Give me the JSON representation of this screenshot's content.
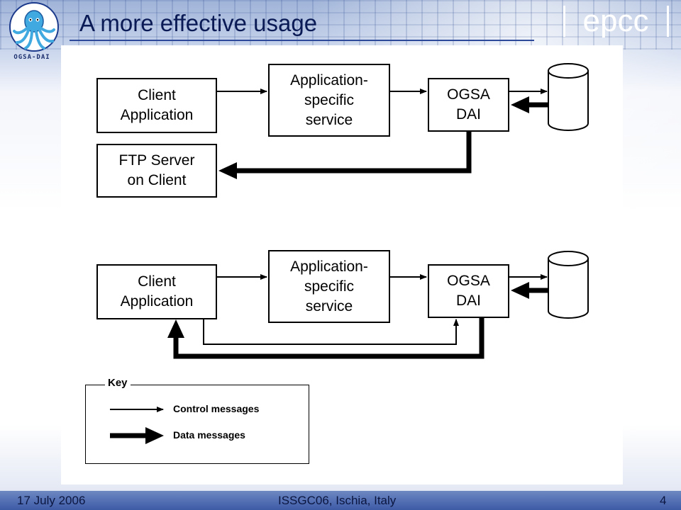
{
  "slide": {
    "title": "A more effective usage",
    "logo_left_text": "OGSA-DAI",
    "brand_text": "epcc"
  },
  "diagram_top": {
    "client_app": "Client\nApplication",
    "app_service": "Application-\nspecific\nservice",
    "ogsa_dai": "OGSA\nDAI",
    "ftp_server": "FTP Server\non Client"
  },
  "diagram_bottom": {
    "client_app": "Client\nApplication",
    "app_service": "Application-\nspecific\nservice",
    "ogsa_dai": "OGSA\nDAI"
  },
  "key": {
    "title": "Key",
    "control": "Control messages",
    "data": "Data messages"
  },
  "footer": {
    "date": "17 July 2006",
    "event": "ISSGC06, Ischia, Italy",
    "page": "4"
  },
  "colors": {
    "title": "#0a1a55",
    "footer_bar": "#3d5aa6",
    "arrows": "#000000"
  }
}
